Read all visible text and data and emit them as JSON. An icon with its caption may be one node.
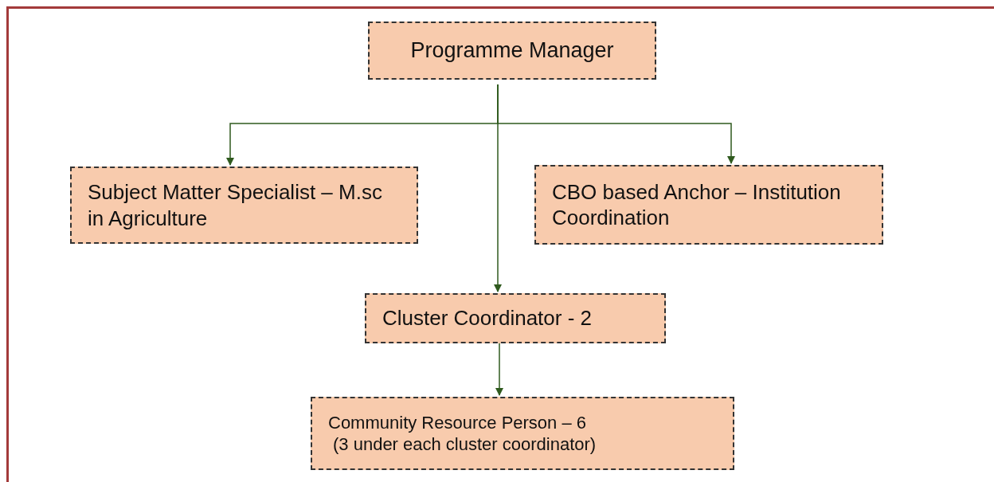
{
  "diagram": {
    "nodes": [
      {
        "text": [
          "Programme Manager"
        ]
      },
      {
        "text": [
          "Subject Matter Specialist – M.sc in Agriculture"
        ]
      },
      {
        "text": [
          "CBO based Anchor – Institution Coordination"
        ]
      },
      {
        "text": [
          "Cluster Coordinator - 2"
        ]
      },
      {
        "text": [
          "Community Resource Person – 6",
          "(3 under each cluster coordinator)"
        ]
      }
    ],
    "edges": [
      {
        "from": 0,
        "to": 1,
        "arrow": "to"
      },
      {
        "from": 0,
        "to": 2,
        "arrow": "to"
      },
      {
        "from": 0,
        "to": 3,
        "arrow": "to"
      },
      {
        "from": 3,
        "to": 4,
        "arrow": "to"
      }
    ]
  }
}
